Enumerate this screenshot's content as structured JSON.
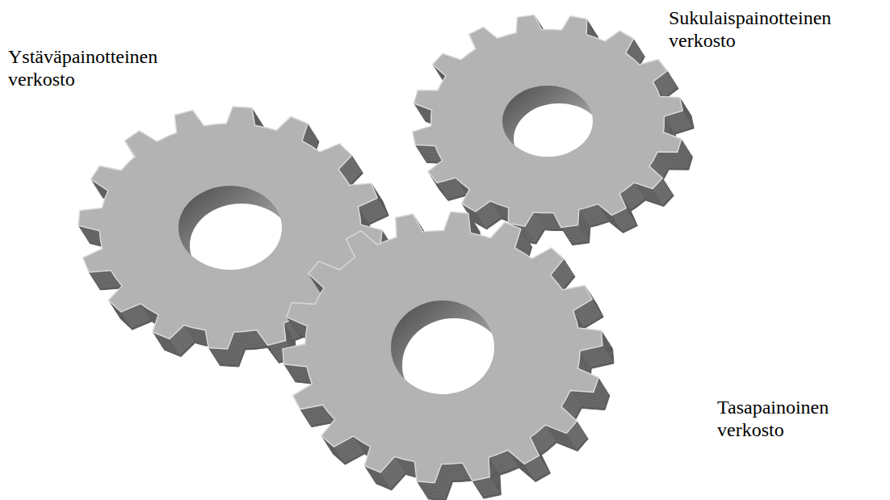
{
  "diagram": {
    "labels": [
      "Ystäväpainotteinen verkosto",
      "Sukulaispainotteinen verkosto",
      "Tasapainoinen verkosto"
    ]
  }
}
